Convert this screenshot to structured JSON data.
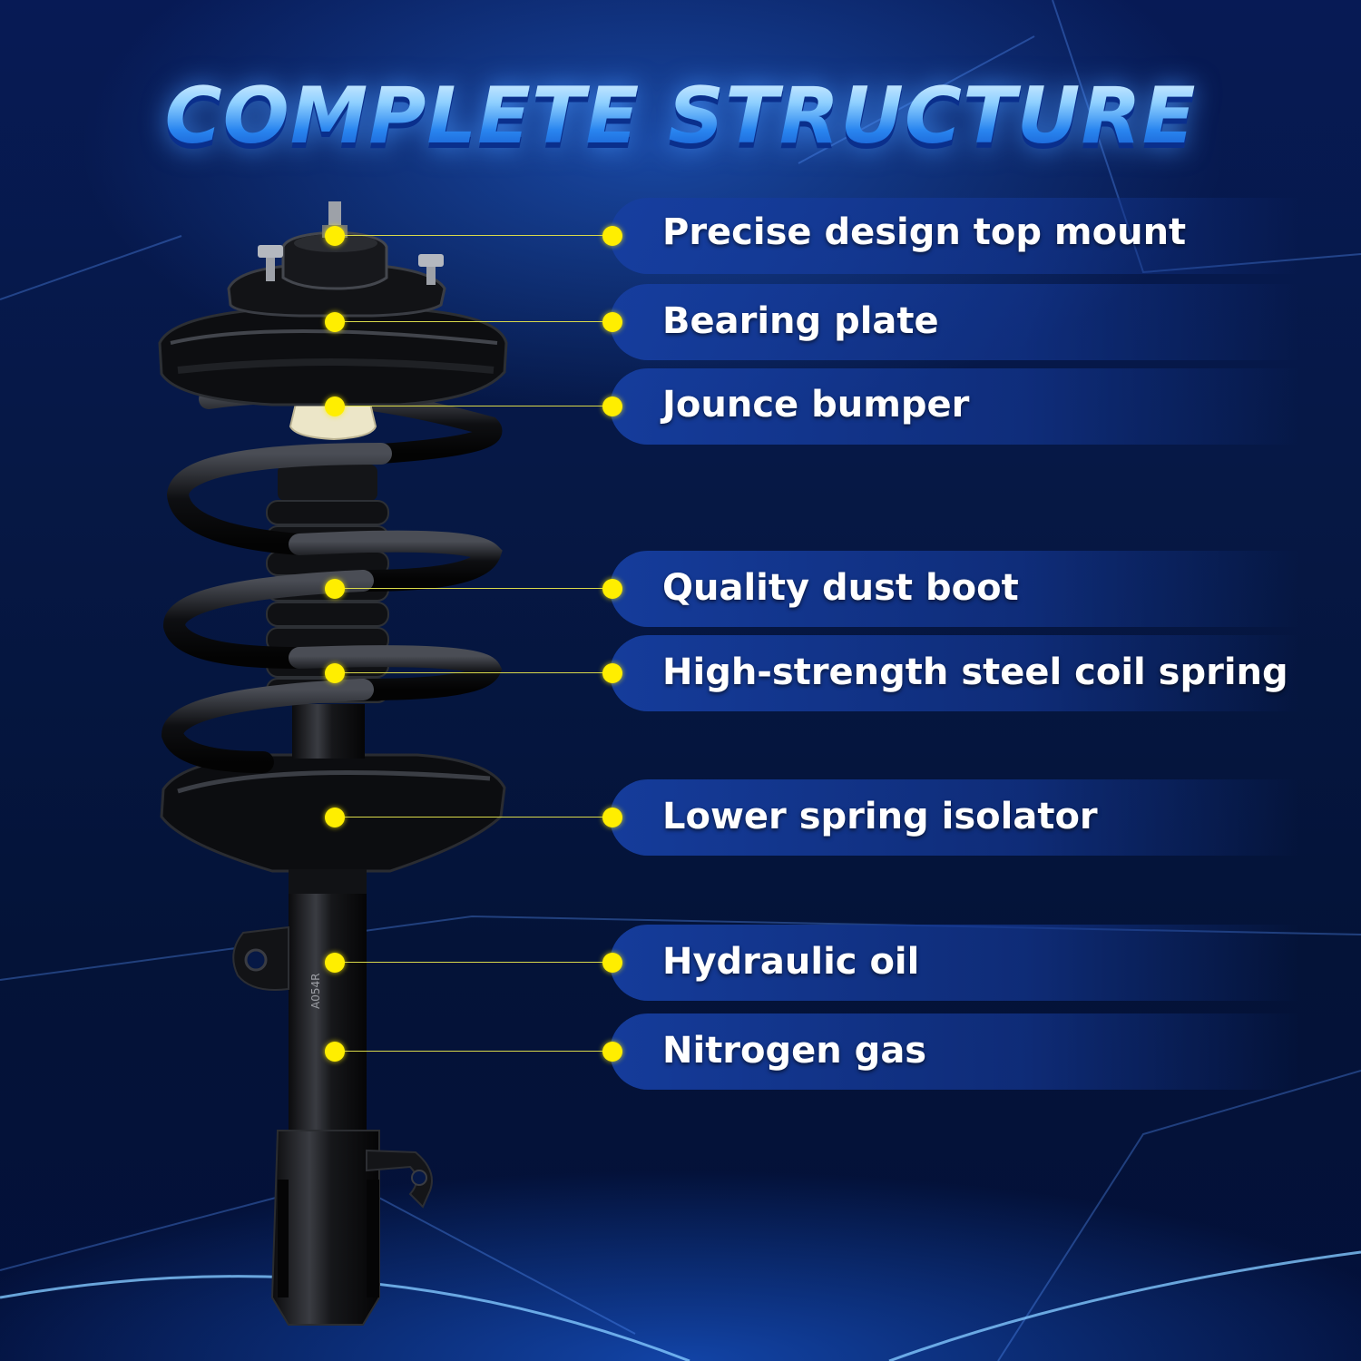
{
  "title": "COMPLETE STRUCTURE",
  "callouts": [
    {
      "label": "Precise design top mount"
    },
    {
      "label": "Bearing plate"
    },
    {
      "label": "Jounce bumper"
    },
    {
      "label": "Quality dust boot"
    },
    {
      "label": "High-strength steel coil spring"
    },
    {
      "label": "Lower spring isolator"
    },
    {
      "label": "Hydraulic oil"
    },
    {
      "label": "Nitrogen gas"
    }
  ],
  "strut_marking": "A054R",
  "colors": {
    "background": "#061845",
    "title_gradient_light": "#e8f6ff",
    "title_gradient_dark": "#0f4ec4",
    "pill": "#163ea0",
    "dot": "#ffee00",
    "label": "#ffffff"
  }
}
